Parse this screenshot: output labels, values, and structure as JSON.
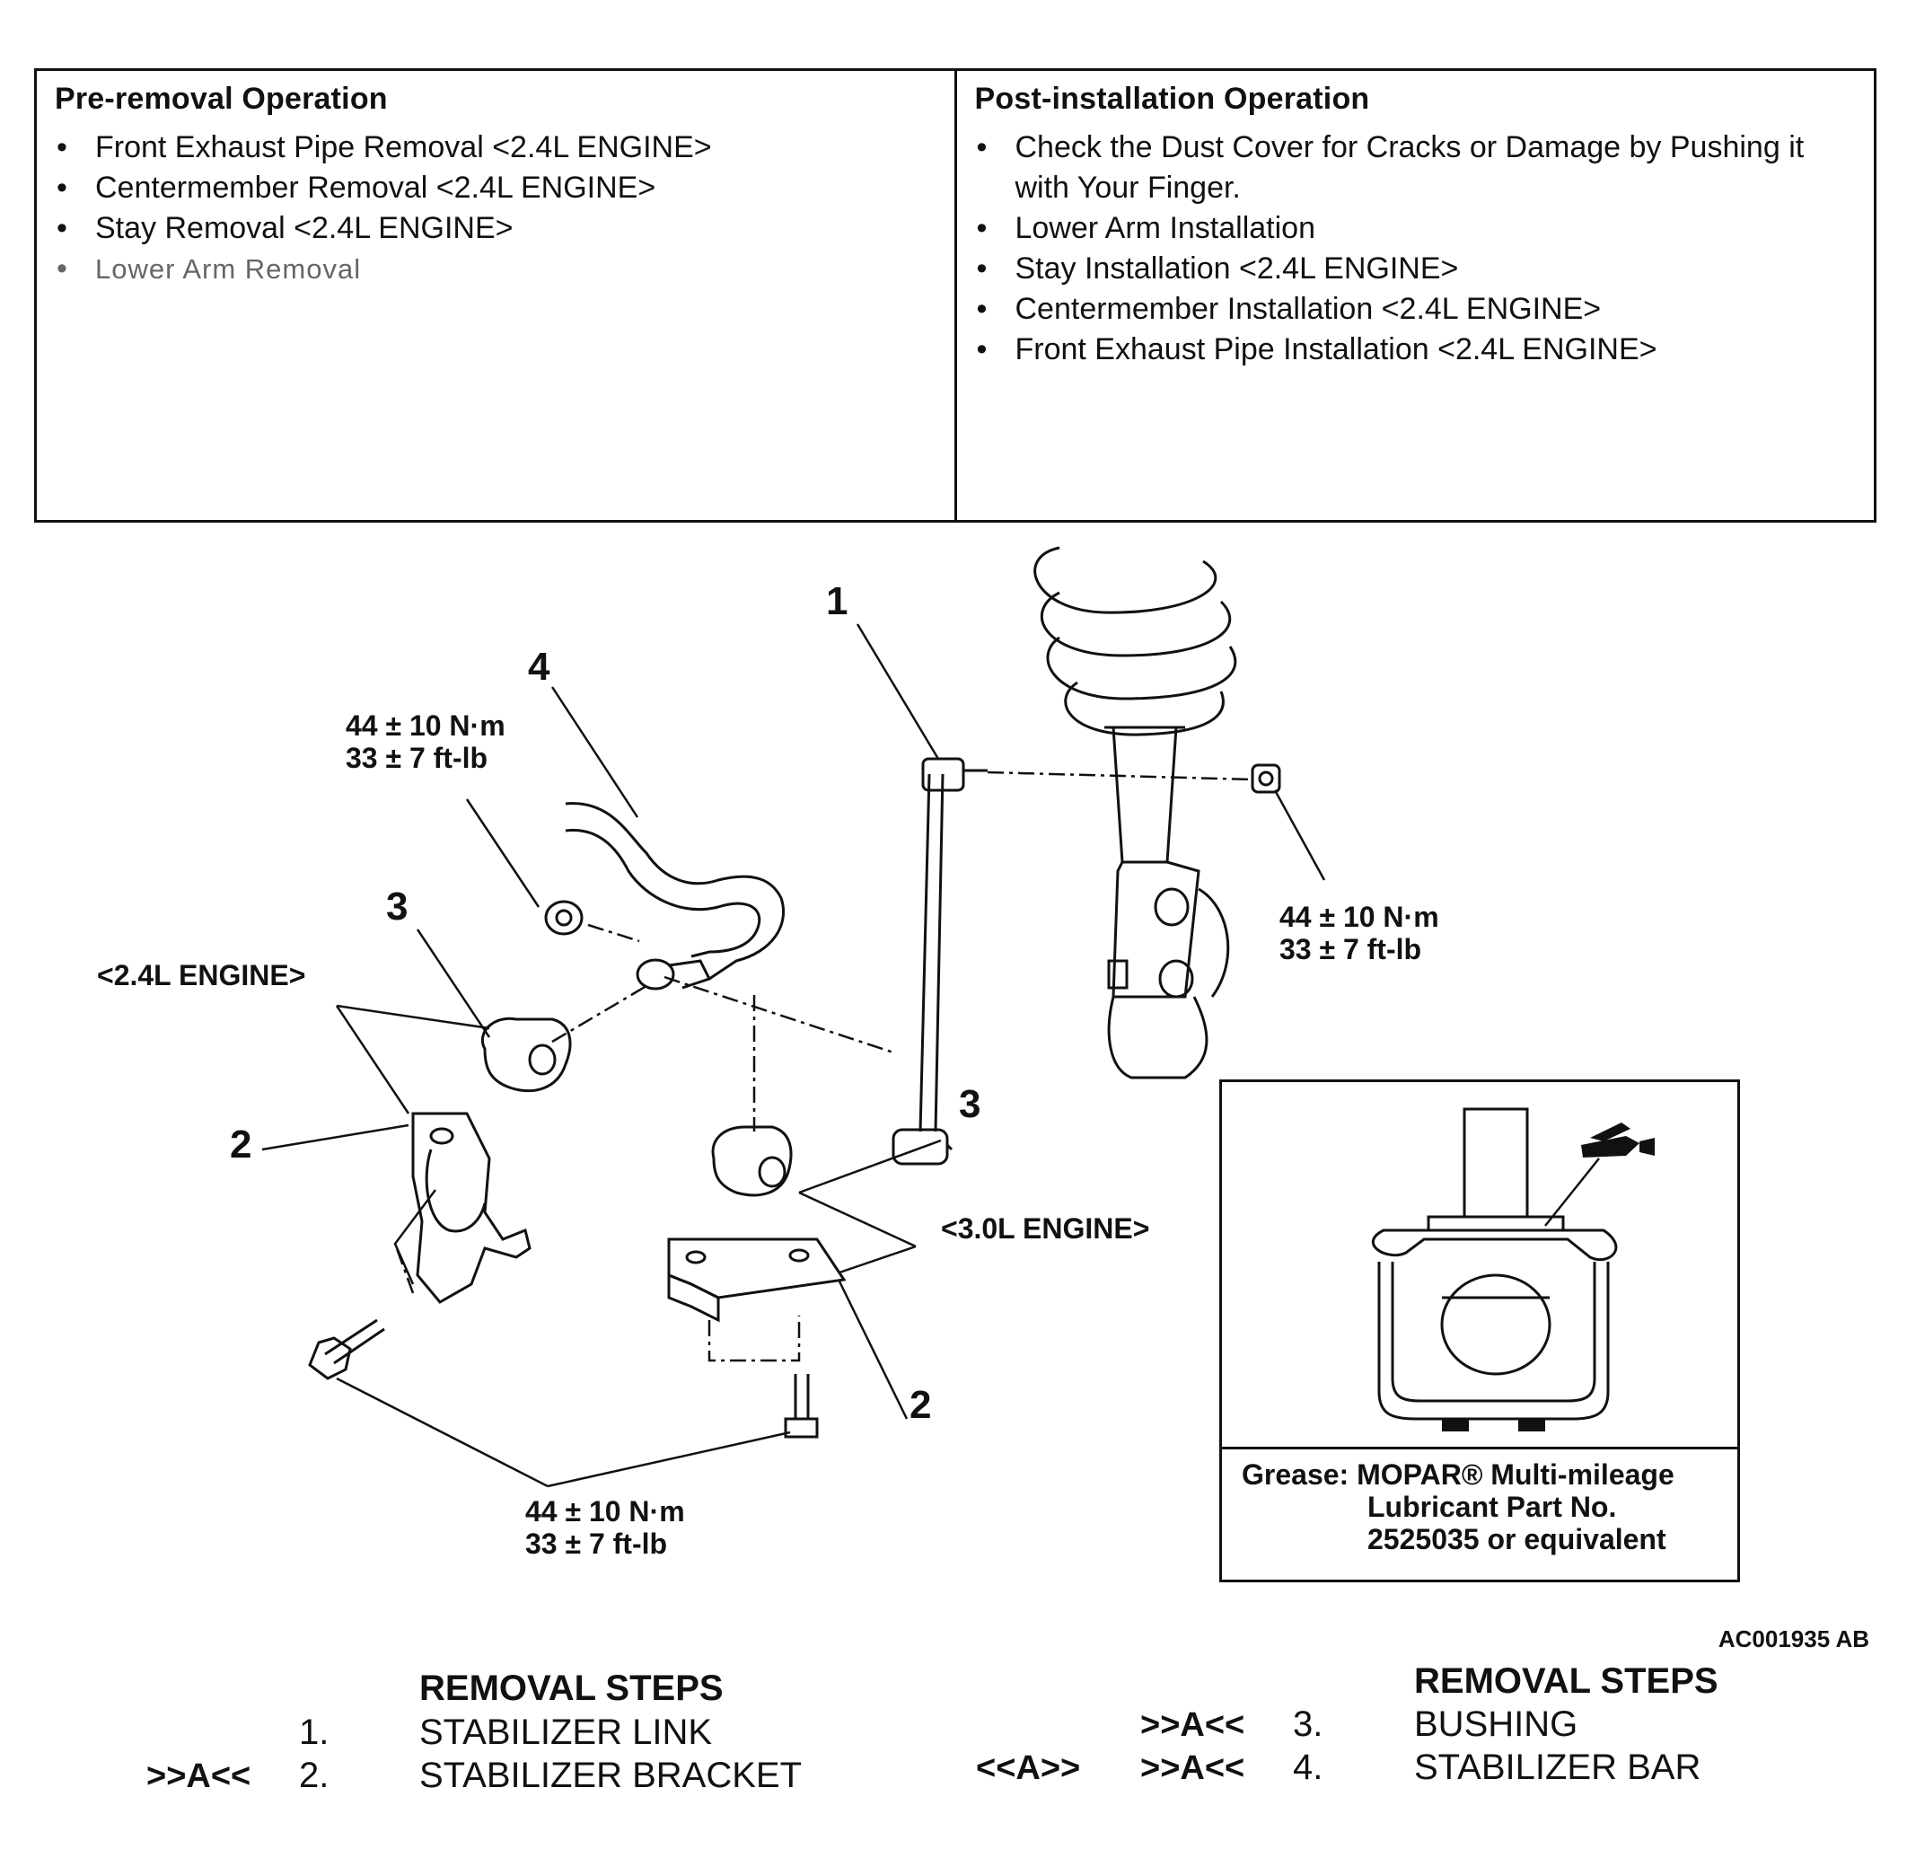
{
  "pre_removal": {
    "title": "Pre-removal Operation",
    "items": [
      "Front Exhaust Pipe Removal <2.4L ENGINE>",
      "Centermember Removal <2.4L ENGINE>",
      "Stay Removal <2.4L ENGINE>",
      "Lower Arm Removal"
    ]
  },
  "post_installation": {
    "title": "Post-installation Operation",
    "items": [
      "Check the Dust Cover for Cracks or Damage by Pushing it with Your Finger.",
      "Lower Arm Installation",
      "Stay Installation <2.4L ENGINE>",
      "Centermember Installation <2.4L ENGINE>",
      "Front Exhaust Pipe Installation <2.4L ENGINE>"
    ]
  },
  "diagram": {
    "callouts": [
      "1",
      "4",
      "3",
      "2",
      "3",
      "2"
    ],
    "torque_top_left": {
      "nm": "44 ± 10 N·m",
      "ftlb": "33 ± 7 ft-lb"
    },
    "torque_right": {
      "nm": "44 ± 10 N·m",
      "ftlb": "33 ± 7 ft-lb"
    },
    "torque_bottom": {
      "nm": "44 ± 10 N·m",
      "ftlb": "33 ± 7 ft-lb"
    },
    "engine_24": "<2.4L ENGINE>",
    "engine_30": "<3.0L ENGINE>",
    "grease": {
      "line1": "Grease: MOPAR® Multi-mileage",
      "line2": "Lubricant Part No.",
      "line3": "2525035 or equivalent"
    },
    "figure_id": "AC001935 AB"
  },
  "removal_steps": {
    "heading": "REMOVAL STEPS",
    "left": [
      {
        "num": "1.",
        "name": "STABILIZER LINK",
        "mark": ""
      },
      {
        "num": "2.",
        "name": "STABILIZER BRACKET",
        "mark": ">>A<<"
      }
    ],
    "right": [
      {
        "num": "3.",
        "name": "BUSHING",
        "mark": ">>A<<",
        "mark2": ""
      },
      {
        "num": "4.",
        "name": "STABILIZER BAR",
        "mark": ">>A<<",
        "mark2": "<<A>>"
      }
    ]
  }
}
